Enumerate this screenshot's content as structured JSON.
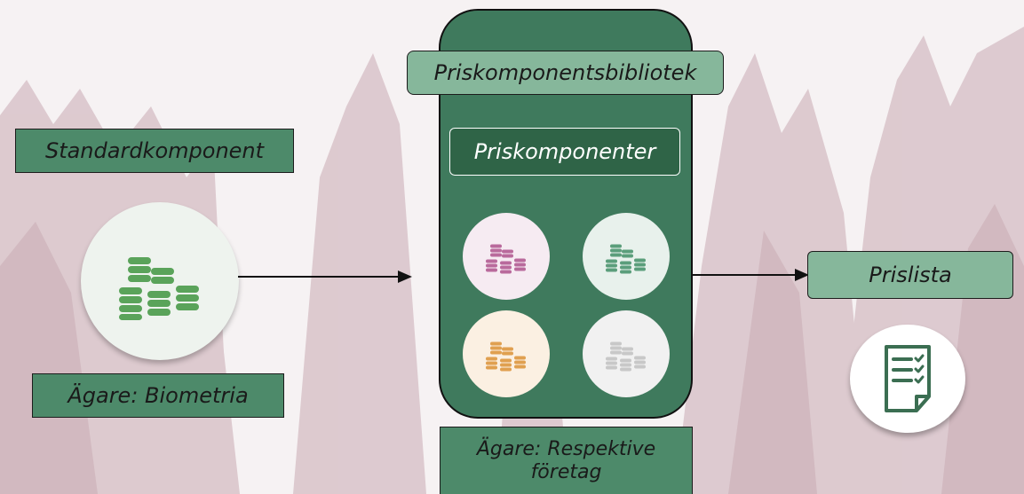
{
  "standard": {
    "title": "Standardkomponent",
    "owner": "Ägare: Biometria",
    "icon": "coins-stack-icon",
    "icon_color": "#5aa35a"
  },
  "library": {
    "title": "Priskomponentsbibliotek",
    "subtitle": "Priskomponenter",
    "owner": "Ägare: Respektive företag",
    "panel_color": "#3f7a5d",
    "components": [
      {
        "icon": "coins-stack-icon",
        "color": "#b96a9c",
        "bg": "#f6ebf2"
      },
      {
        "icon": "coins-stack-icon",
        "color": "#5b9e7b",
        "bg": "#e8f1ec"
      },
      {
        "icon": "coins-stack-icon",
        "color": "#e0a050",
        "bg": "#fbf0e2"
      },
      {
        "icon": "coins-stack-icon",
        "color": "#c8c8c8",
        "bg": "#f1f1f1"
      }
    ]
  },
  "pricelist": {
    "title": "Prislista",
    "icon": "checklist-document-icon",
    "icon_color": "#3b6e52"
  },
  "colors": {
    "label_dark": "#4d8a6a",
    "label_light": "#86b79b"
  }
}
